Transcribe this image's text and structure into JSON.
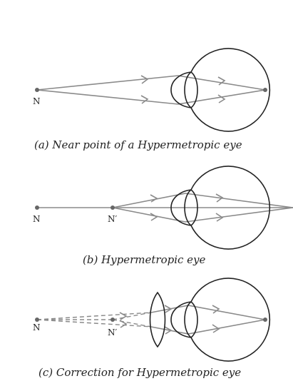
{
  "panels": [
    {
      "caption": "(a) Near point of a Hypermetropic eye",
      "labels": {
        "n": "N"
      }
    },
    {
      "caption": "(b) Hypermetropic eye",
      "labels": {
        "n": "N",
        "n_prime": "N′"
      }
    },
    {
      "caption": "(c) Correction for Hypermetropic eye",
      "labels": {
        "n": "N",
        "n_prime": "N′"
      }
    }
  ]
}
